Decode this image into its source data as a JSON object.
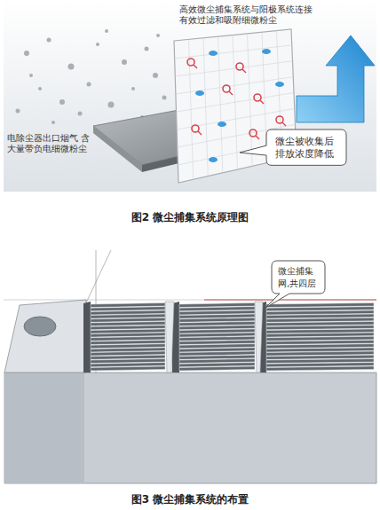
{
  "diagram": {
    "nodes": [
      {
        "text": [
          "微尘被收集后 排放浓度降低"
        ]
      },
      {
        "text": [
          "微尘捕集网,共四层"
        ]
      }
    ],
    "edges": [],
    "labels": [
      "高效微尘捕集系统与阳极系统连接 有效过滤和吸附细微粉尘",
      "电除尘器出口烟气 含大量带负电细微粉尘",
      "图2 微尘捕集系统原理图",
      "图3 微尘捕集系统的布置"
    ]
  }
}
